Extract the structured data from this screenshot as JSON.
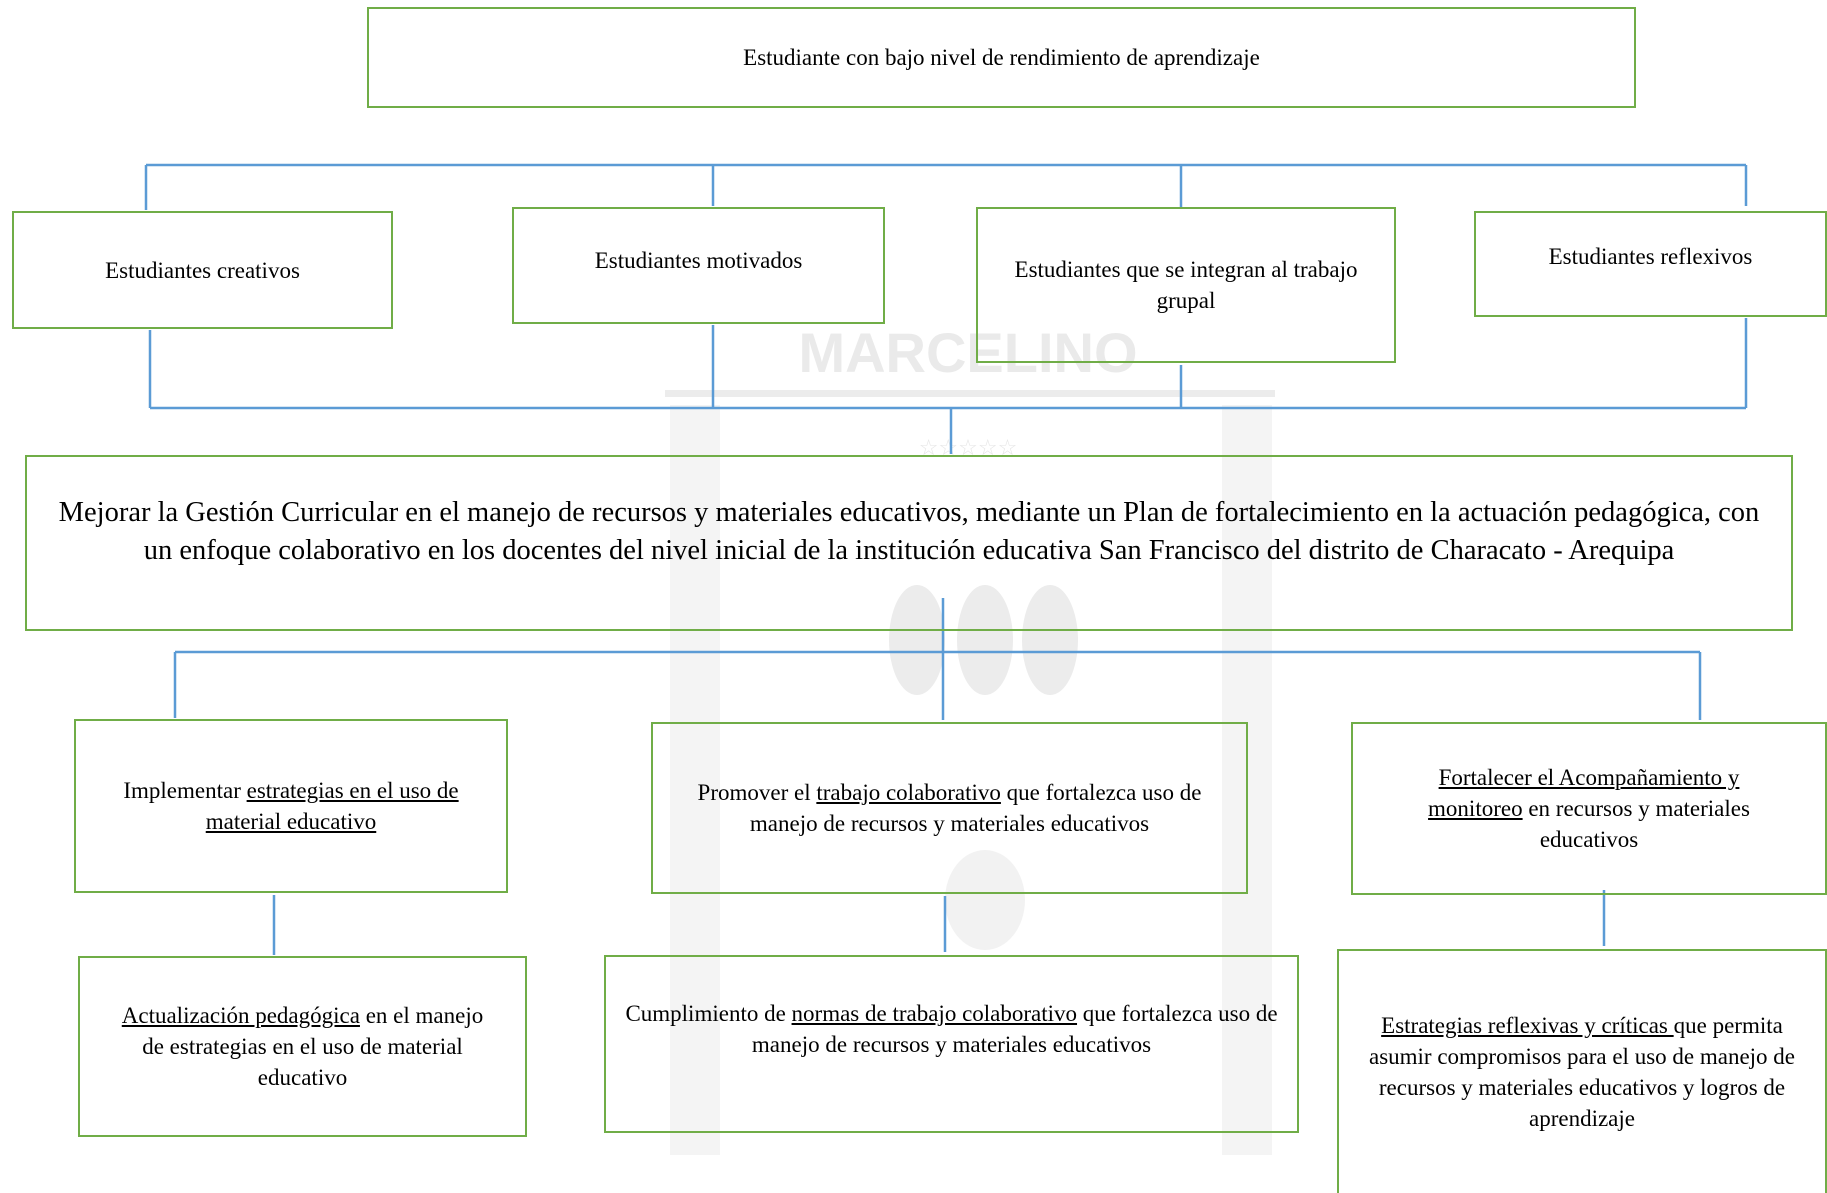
{
  "diagram": {
    "top": {
      "text": "Estudiante con bajo  nivel de rendimiento de aprendizaje"
    },
    "outcomes": [
      {
        "text": "Estudiantes creativos"
      },
      {
        "text": "Estudiantes motivados"
      },
      {
        "text": "Estudiantes que se integran al trabajo grupal"
      },
      {
        "text": "Estudiantes reflexivos"
      }
    ],
    "objective": {
      "text": "Mejorar la Gestión Curricular en el manejo de recursos y materiales educativos, mediante un Plan de fortalecimiento en la actuación pedagógica, con un enfoque colaborativo en los docentes del nivel inicial de la institución educativa San Francisco del distrito de Characato - Arequipa"
    },
    "strategies": [
      {
        "pre": "Implementar ",
        "underline": "estrategias en el uso de material educativo",
        "post": ""
      },
      {
        "pre": "Promover el ",
        "underline": "trabajo colaborativo",
        "post": " que fortalezca uso de manejo de recursos y materiales educativos"
      },
      {
        "pre": "",
        "underline": "Fortalecer el Acompañamiento y monitoreo",
        "post": " en recursos y materiales educativos"
      }
    ],
    "actions": [
      {
        "pre": "",
        "underline": "Actualización pedagógica",
        "post": " en el manejo de estrategias en el uso de material educativo"
      },
      {
        "pre": "Cumplimiento de ",
        "underline": "normas de trabajo colaborativo",
        "post": "  que fortalezca uso de manejo de recursos y materiales educativos"
      },
      {
        "pre": "",
        "underline": "Estrategias reflexivas y críticas ",
        "post": "que permita asumir compromisos  para el uso de manejo de recursos y materiales educativos y logros de aprendizaje"
      }
    ]
  },
  "watermark": {
    "text": "MARCELINO"
  },
  "colors": {
    "box_border": "#70ad47",
    "connector": "#5b9bd5",
    "watermark": "#e0e0e0"
  }
}
